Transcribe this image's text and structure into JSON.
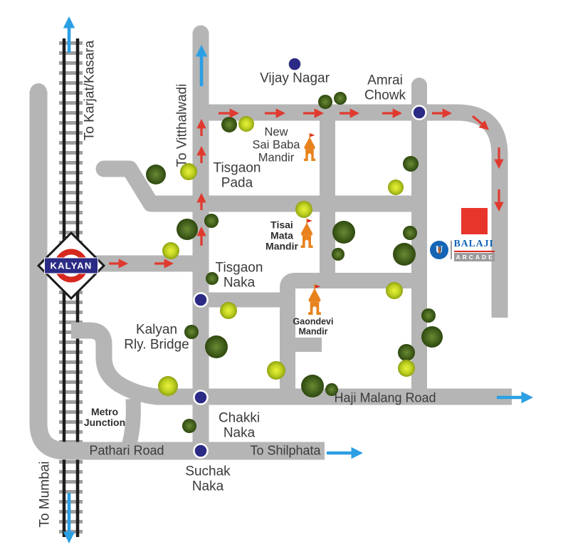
{
  "station": {
    "name": "KALYAN"
  },
  "brand": {
    "name": "BALAJI",
    "subtitle": "ARCADE"
  },
  "directions": {
    "rail_north": "To Karjat/Kasara",
    "rail_south": "To Mumbai",
    "road_north": "To Vitthalwadi",
    "road_east": "To Shilphata"
  },
  "roads": {
    "pathari": {
      "text": "Pathari Road"
    },
    "haji_malang": {
      "text": "Haji Malang Road"
    }
  },
  "places": {
    "vijay_nagar": {
      "text": "Vijay Nagar"
    },
    "amrai_chowk": {
      "line1": "Amrai",
      "line2": "Chowk"
    },
    "new_sai_baba_mandir": {
      "line1": "New",
      "line2": "Sai Baba",
      "line3": "Mandir"
    },
    "tisgaon_pada": {
      "line1": "Tisgaon",
      "line2": "Pada"
    },
    "tisai_mata_mandir": {
      "line1": "Tisai",
      "line2": "Mata",
      "line3": "Mandir"
    },
    "tisgaon_naka": {
      "line1": "Tisgaon",
      "line2": "Naka"
    },
    "gaondevi_mandir": {
      "line1": "Gaondevi",
      "line2": "Mandir"
    },
    "kalyan_rly_bridge": {
      "line1": "Kalyan",
      "line2": "Rly. Bridge"
    },
    "metro_junction": {
      "line1": "Metro",
      "line2": "Junction"
    },
    "chakki_naka": {
      "line1": "Chakki",
      "line2": "Naka"
    },
    "suchak_naka": {
      "line1": "Suchak",
      "line2": "Naka"
    }
  },
  "icons": {
    "temple": "temple-icon",
    "tree": "tree-icon",
    "junction_dot": "junction-dot",
    "route_arrow": "route-arrow-icon",
    "direction_arrow": "direction-arrow-icon",
    "station_sign": "kalyan-station-sign",
    "building_marker": "building-marker"
  },
  "colors": {
    "road": "#b5b5b5",
    "rail": "#1e1e1e",
    "sleeper": "#9e9e9e",
    "junction_dot": "#2b2b85",
    "route_arrow": "#e03a2f",
    "direction_arrow": "#2b9fe3",
    "temple": "#e8821e",
    "tree_dark": "#42601c",
    "tree_yellow": "#bed020",
    "brand_blue": "#1464b4",
    "brand_red": "#e8352b",
    "station_band": "#2b2b85",
    "station_ring": "#d6281e"
  }
}
